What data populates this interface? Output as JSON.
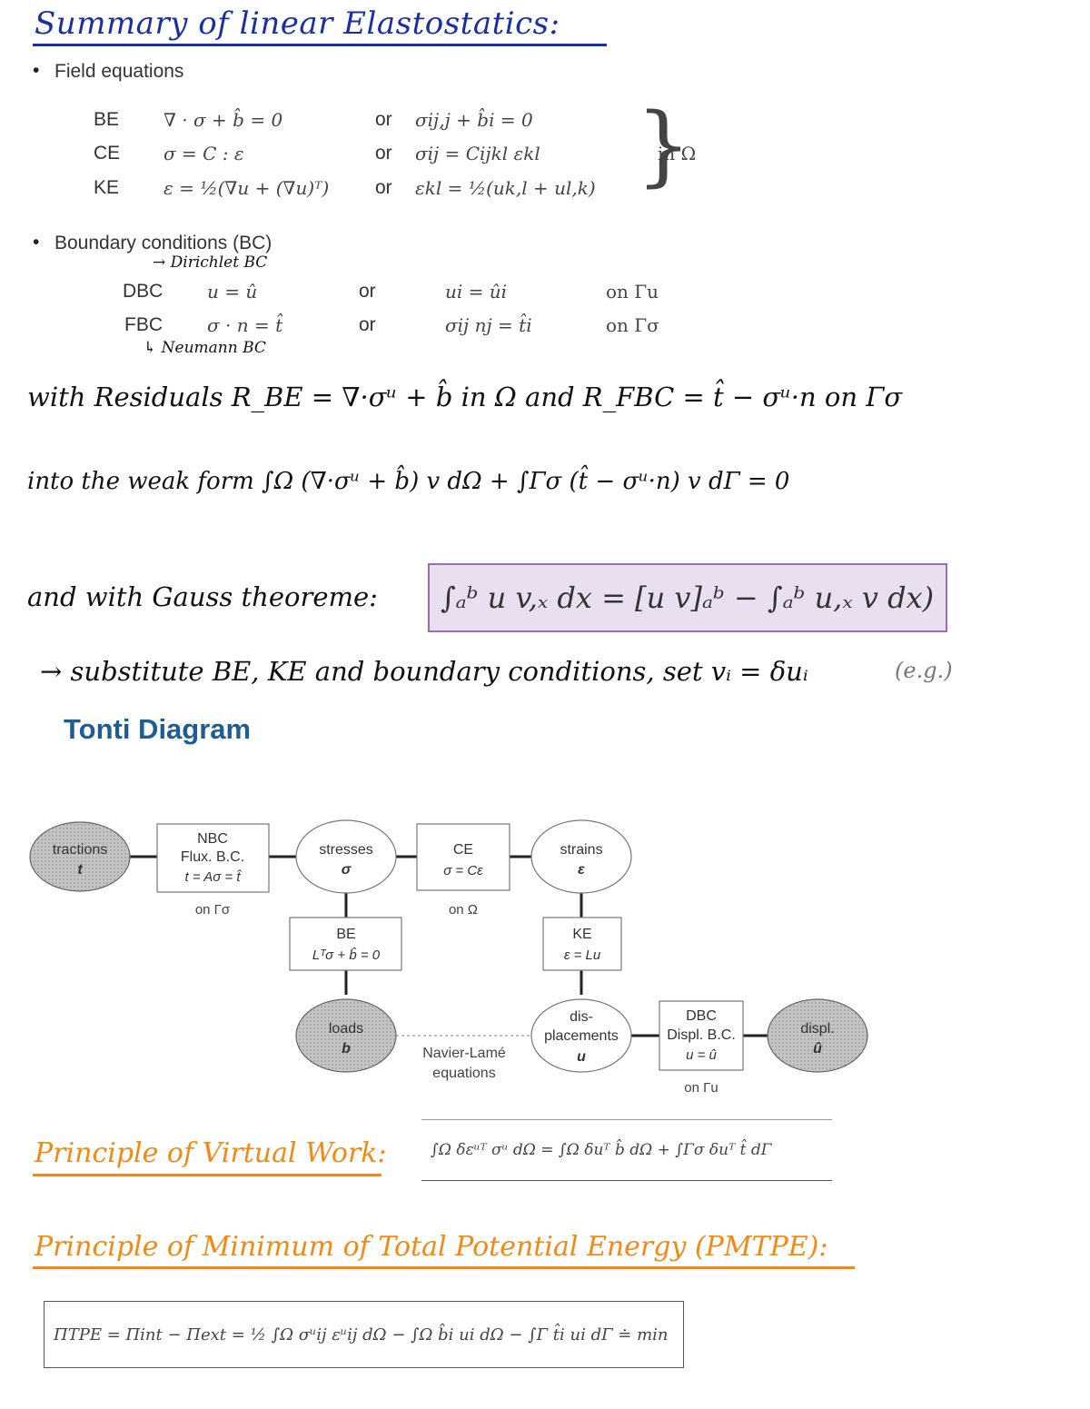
{
  "title": "Summary of linear Elastostatics:",
  "field_equations": {
    "heading": "Field equations",
    "rows": [
      {
        "label": "BE",
        "vector": "∇ · σ + b̂ = 0",
        "or": "or",
        "index": "σij,j + b̂i = 0"
      },
      {
        "label": "CE",
        "vector": "σ = C : ε",
        "or": "or",
        "index": "σij = Cijkl εkl"
      },
      {
        "label": "KE",
        "vector": "ε = ½(∇u + (∇u)ᵀ)",
        "or": "or",
        "index": "εkl = ½(uk,l + ul,k)"
      }
    ],
    "domain": "in Ω"
  },
  "boundary_conditions": {
    "heading": "Boundary conditions (BC)",
    "note_dbc": "→ Dirichlet BC",
    "note_fbc": "↳ Neumann BC",
    "rows": [
      {
        "label": "DBC",
        "vector": "u = û",
        "or": "or",
        "index": "ui = ûi",
        "where": "on Γu"
      },
      {
        "label": "FBC",
        "vector": "σ · n = t̂",
        "or": "or",
        "index": "σij nj = t̂i",
        "where": "on Γσ"
      }
    ]
  },
  "notes": {
    "residuals": "with Residuals  R_BE = ∇·σᵘ + b̂ in Ω    and    R_FBC = t̂ − σᵘ·n  on Γσ",
    "weak_form": "into the weak form ∫Ω (∇·σᵘ + b̂) v dΩ + ∫Γσ (t̂ − σᵘ·n) v dΓ = 0",
    "gauss_intro": "and with Gauss theoreme:",
    "gauss_formula": "∫ₐᵇ u v,ₓ dx = [u v]ₐᵇ − ∫ₐᵇ u,ₓ v dx)",
    "substitute": "→ substitute BE, KE and boundary conditions, set  vᵢ = δuᵢ",
    "substitute_eg": "(e.g.)"
  },
  "tonti": {
    "title": "Tonti Diagram",
    "nodes": {
      "tractions": {
        "label": "tractions",
        "sym": "t"
      },
      "stresses": {
        "label": "stresses",
        "sym": "σ"
      },
      "strains": {
        "label": "strains",
        "sym": "ε"
      },
      "loads": {
        "label": "loads",
        "sym": "b"
      },
      "displacements_1": "dis-",
      "displacements_2": "placements",
      "displacements_sym": "u",
      "displ": {
        "label": "displ.",
        "sym": "û"
      }
    },
    "boxes": {
      "nbc": {
        "l1": "NBC",
        "l2": "Flux. B.C.",
        "l3": "t = Aσ = t̂",
        "under": "on Γσ"
      },
      "ce": {
        "l1": "CE",
        "l2": "σ = Cε",
        "under": "on Ω"
      },
      "be": {
        "l1": "BE",
        "l2": "Lᵀσ + b̂ = 0"
      },
      "ke": {
        "l1": "KE",
        "l2": "ε = Lu"
      },
      "dbc": {
        "l1": "DBC",
        "l2": "Displ. B.C.",
        "l3": "u = û",
        "under": "on Γu"
      }
    },
    "navier_1": "Navier-Lamé",
    "navier_2": "equations"
  },
  "pvw": {
    "heading": "Principle of Virtual Work:",
    "formula": "∫Ω δεᵘᵀ σᵘ dΩ = ∫Ω δuᵀ b̂ dΩ + ∫Γσ δuᵀ t̂ dΓ"
  },
  "pmtpe": {
    "heading": "Principle of Minimum of Total Potential Energy (PMTPE):",
    "formula": "ΠTPE = Πint − Πext = ½ ∫Ω σᵘij εᵘij dΩ − ∫Ω b̂i ui dΩ − ∫Γ t̂i ui dΓ ≐ min"
  },
  "colors": {
    "blue_ink": "#1a2fa6",
    "orange_ink": "#f08a12",
    "purple_box": "#eadff0",
    "tonti_title": "#1d5d94",
    "grey_node": "#b8b8b8"
  }
}
